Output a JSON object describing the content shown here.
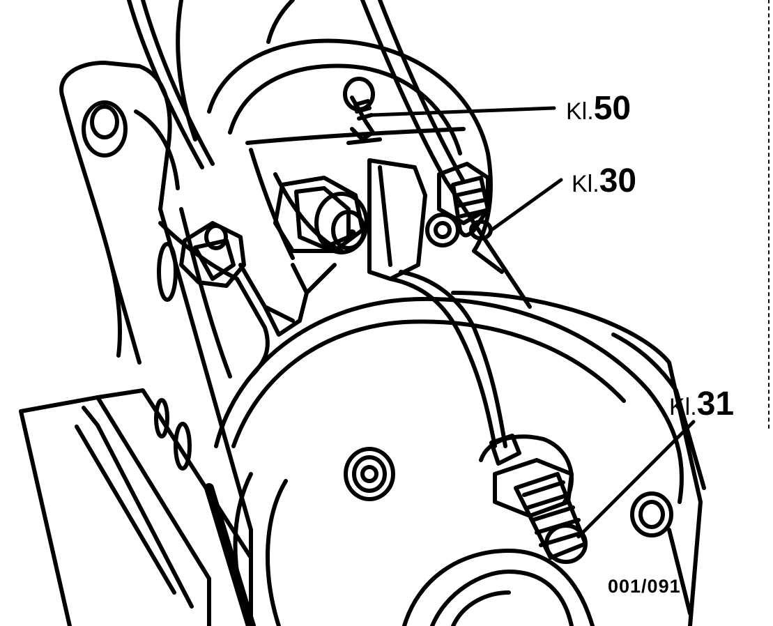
{
  "diagram": {
    "labels": [
      {
        "id": "kl50",
        "prefix": "Kl.",
        "number": "50"
      },
      {
        "id": "kl30",
        "prefix": "Kl.",
        "number": "30"
      },
      {
        "id": "kl31",
        "prefix": "Kl.",
        "number": "31"
      }
    ],
    "figure_code": "001/091"
  },
  "colors": {
    "ink": "#000000",
    "paper": "#ffffff"
  }
}
